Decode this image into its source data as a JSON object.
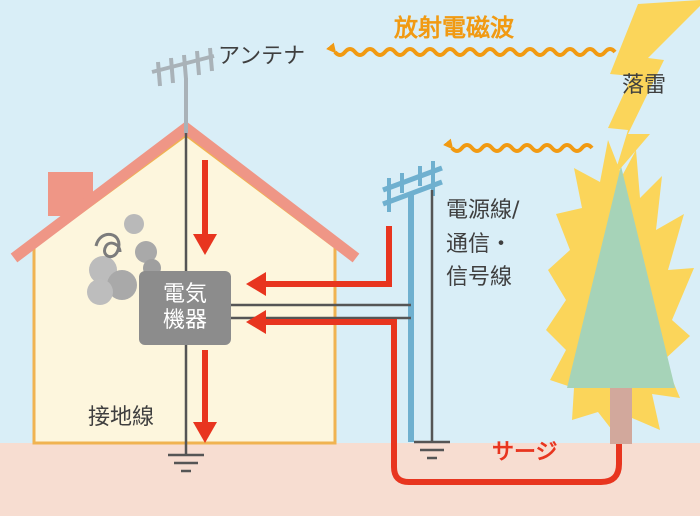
{
  "labels": {
    "emp": "放射電磁波",
    "antenna": "アンテナ",
    "lightning": "落雷",
    "lines": [
      "電源線/",
      "通信・",
      "信号線"
    ],
    "device": [
      "電気",
      "機器"
    ],
    "ground_wire": "接地線",
    "surge": "サージ"
  },
  "icons": {
    "antenna": "tv-antenna-icon",
    "pole": "utility-pole-icon",
    "lightning": "lightning-bolt-icon",
    "tree": "tree-icon",
    "smoke": "smoke-icon",
    "ground": "ground-symbol-icon"
  },
  "colors": {
    "sky": "#d9eef7",
    "house_wall": "#fdf6dd",
    "house_outline": "#f0b351",
    "roof": "#ef9686",
    "ground": "#f7ddd1",
    "arrow_red": "#e8351f",
    "emp_orange": "#f19a12",
    "pole_blue": "#6fb0cf",
    "lightning_yellow": "#fbd55a",
    "tree_green": "#a6d3b8",
    "device_gray": "#8c8c8c"
  }
}
